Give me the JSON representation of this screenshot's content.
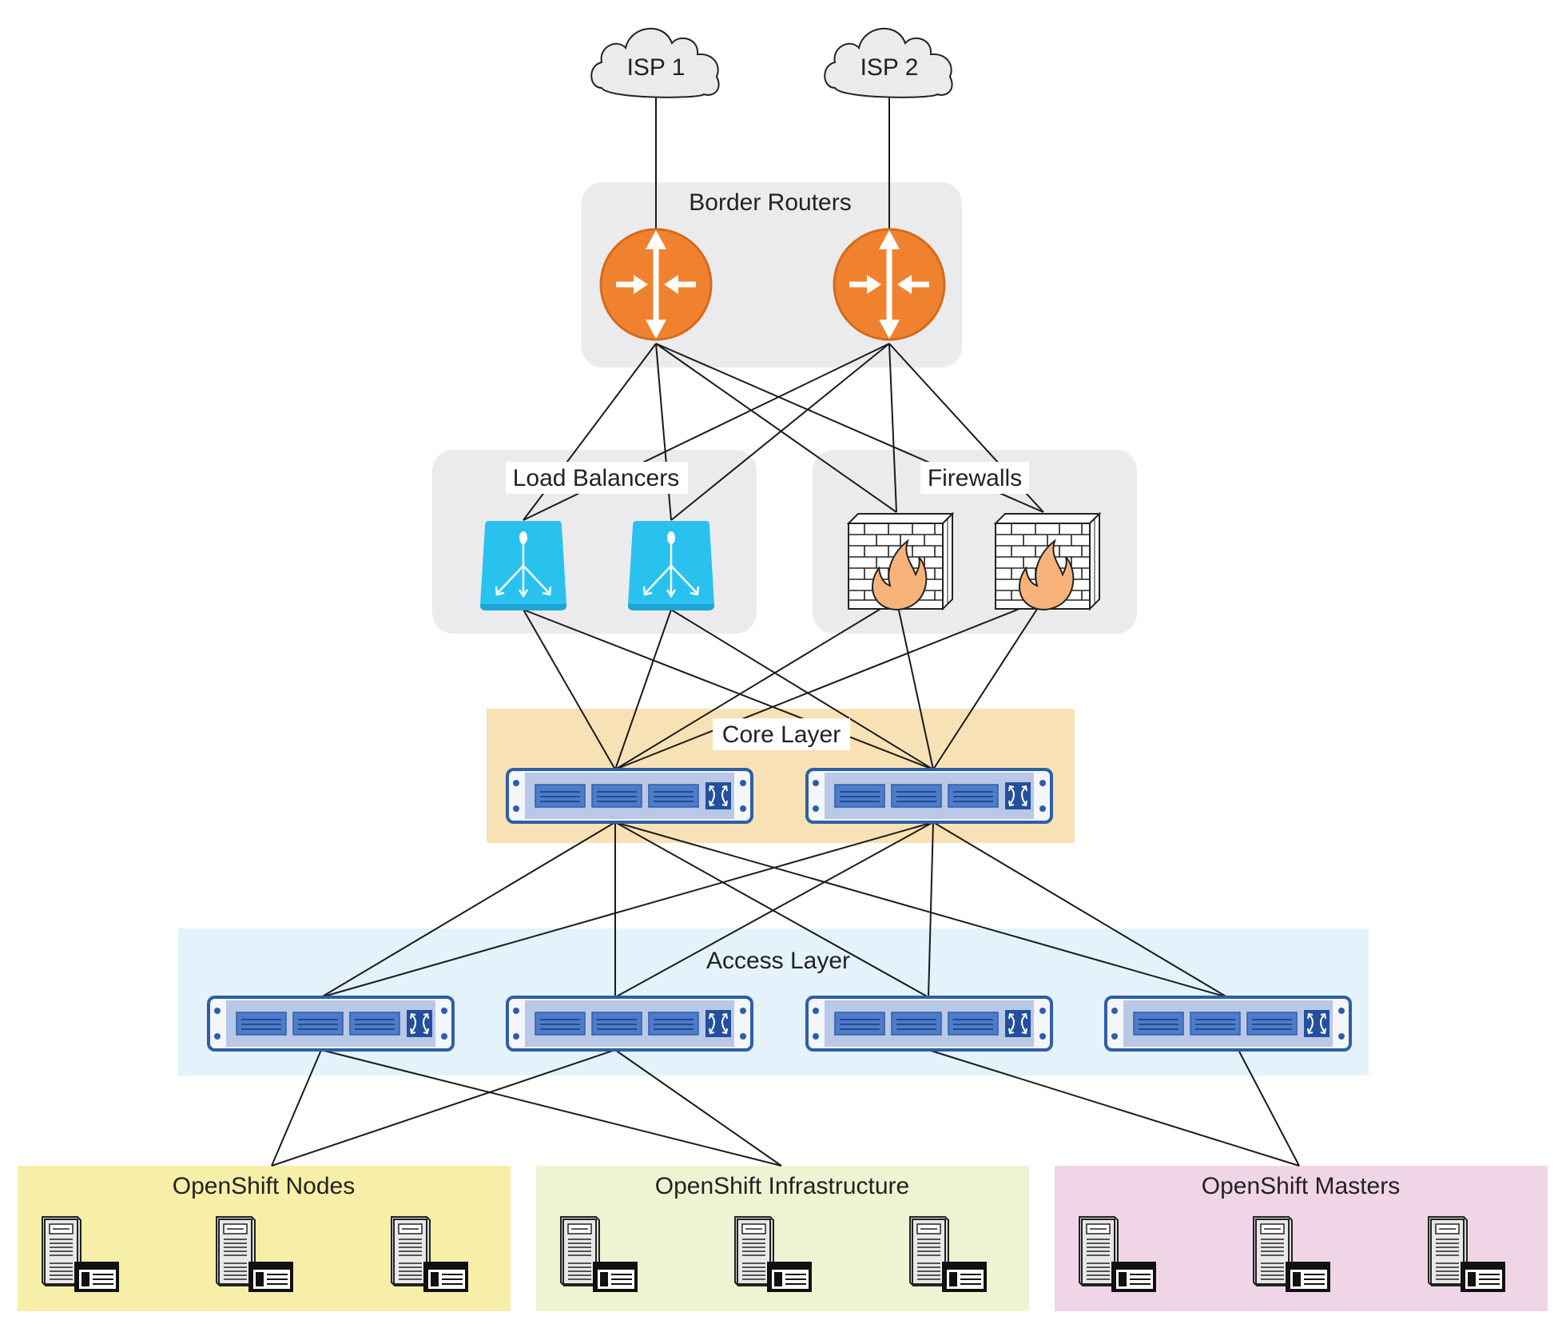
{
  "clouds": [
    {
      "id": "isp1",
      "label": "ISP 1"
    },
    {
      "id": "isp2",
      "label": "ISP 2"
    }
  ],
  "groups": {
    "border_routers": "Border Routers",
    "load_balancers": "Load Balancers",
    "firewalls": "Firewalls",
    "core_layer": "Core Layer",
    "access_layer": "Access Layer",
    "openshift_nodes": "OpenShift Nodes",
    "openshift_infrastructure": "OpenShift Infrastructure",
    "openshift_masters": "OpenShift Masters"
  },
  "colors": {
    "router": "#f0822f",
    "load_balancer": "#29c2ef",
    "flame": "#f7b37a",
    "switch_border": "#2e5ea8",
    "switch_fill": "#b9c8e6",
    "switch_port": "#3a6bbd",
    "group_grey": "#ebebed",
    "core_bg": "#f8e1b5",
    "access_bg": "#e3f2fb",
    "nodes_bg": "#f7eea8",
    "infra_bg": "#eef4d2",
    "masters_bg": "#efd5e6"
  },
  "icons": {
    "router": "router-icon",
    "load_balancer": "load-balancer-icon",
    "firewall": "firewall-icon",
    "switch": "switch-icon",
    "server": "server-icon"
  }
}
